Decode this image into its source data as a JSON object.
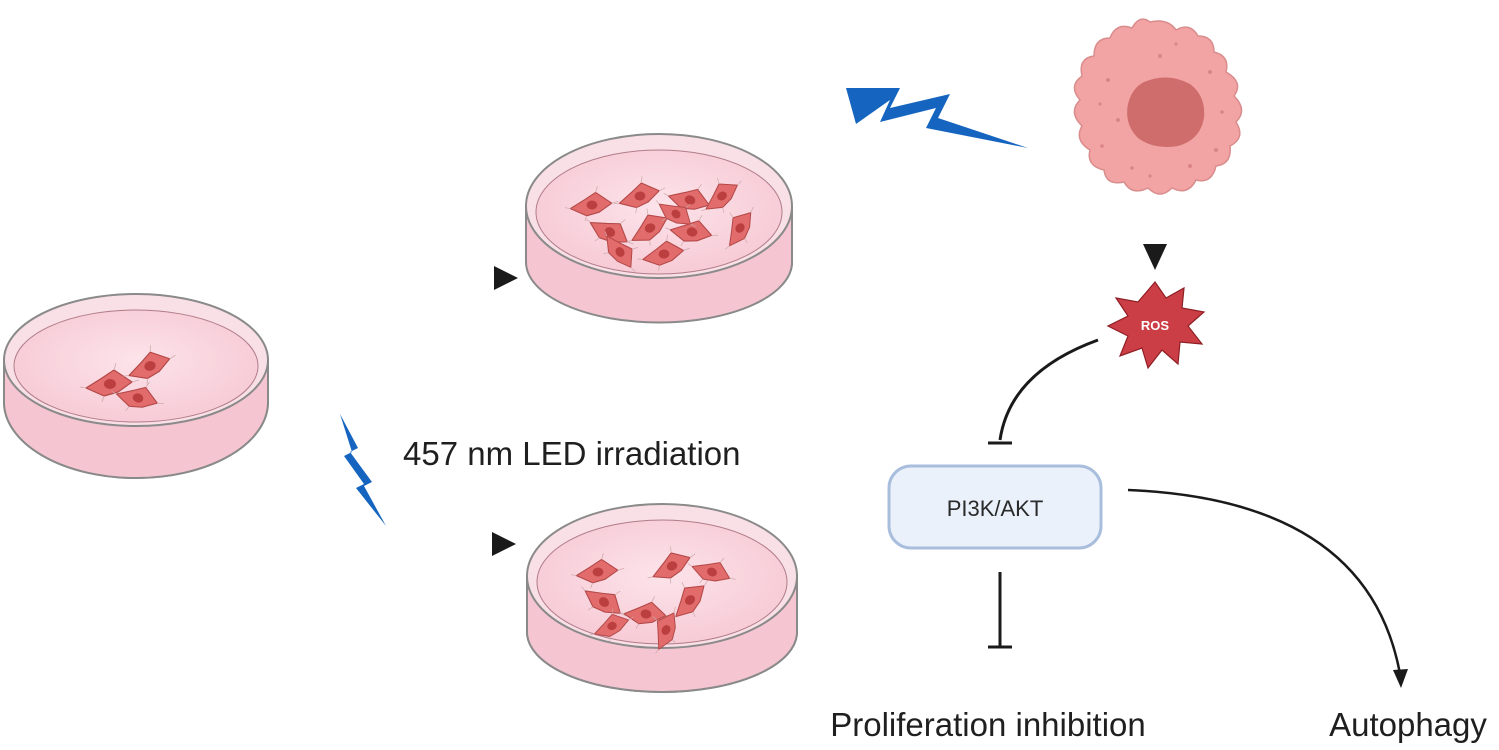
{
  "labels": {
    "irradiation": "457 nm LED irradiation",
    "ros": "ROS",
    "pathway": "PI3K/AKT",
    "outcome_left": "Proliferation inhibition",
    "outcome_right": "Autophagy"
  },
  "colors": {
    "dish_fill": "#f7d4dc",
    "dish_rim": "#7d7d7d",
    "cell_fill": "#e07272",
    "cell_nucleus": "#c04a4a",
    "lightning": "#1565c0",
    "ros_star": "#cc3e45",
    "damaged_cell": "#f2a3a3",
    "damaged_nucleus": "#cf6c6c",
    "box_fill": "#eaf1fb",
    "box_stroke": "#a9bedd"
  }
}
